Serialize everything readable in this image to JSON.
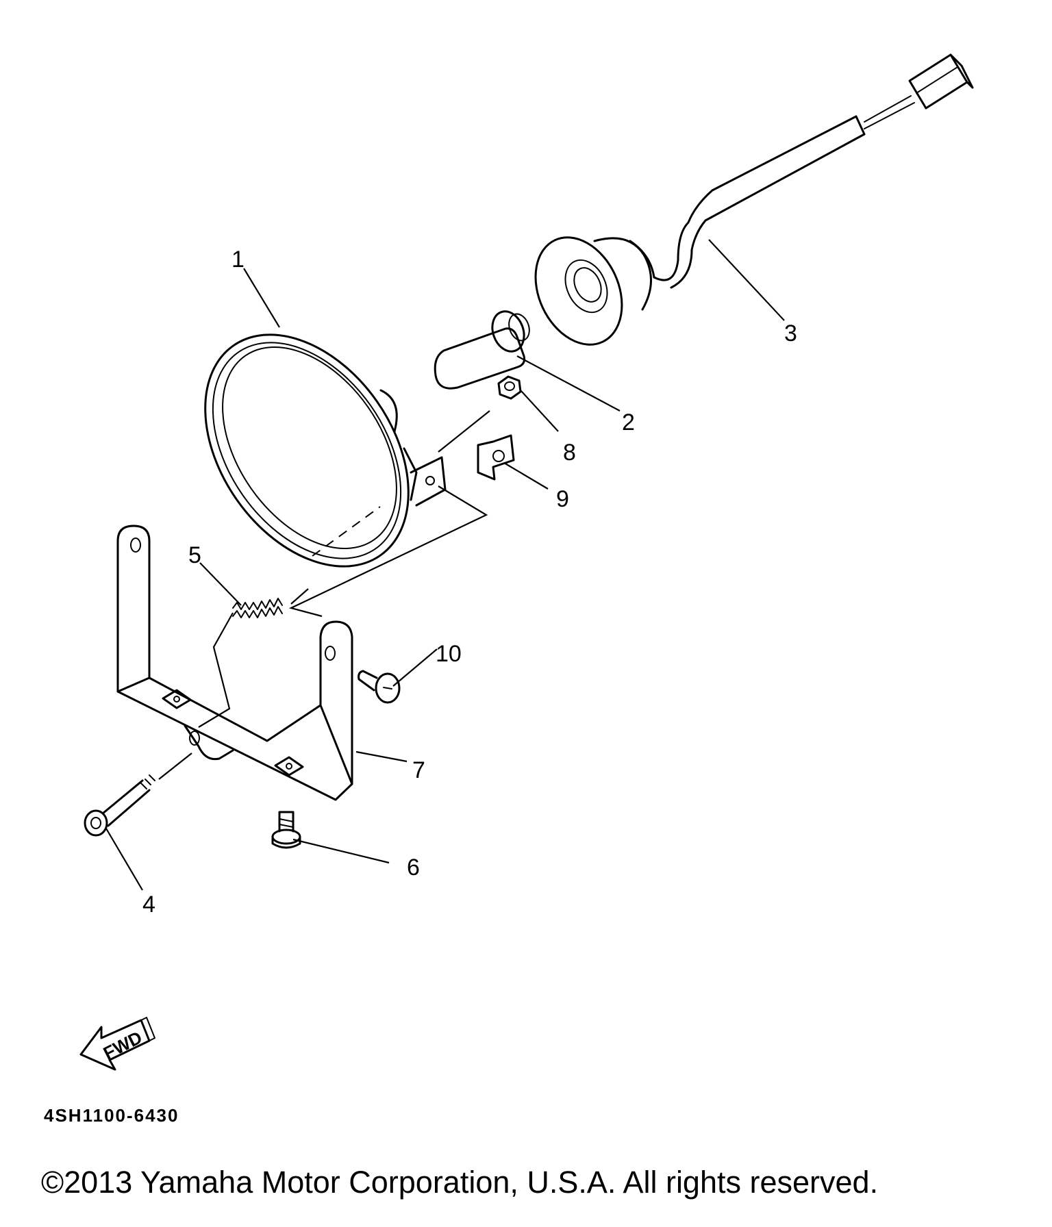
{
  "diagram": {
    "callouts": [
      "1",
      "2",
      "3",
      "4",
      "5",
      "6",
      "7",
      "8",
      "9",
      "10"
    ],
    "direction_label": "FWD",
    "drawing_code": "4SH1100-6430",
    "copyright": "©2013 Yamaha Motor Corporation, U.S.A. All rights reserved."
  }
}
